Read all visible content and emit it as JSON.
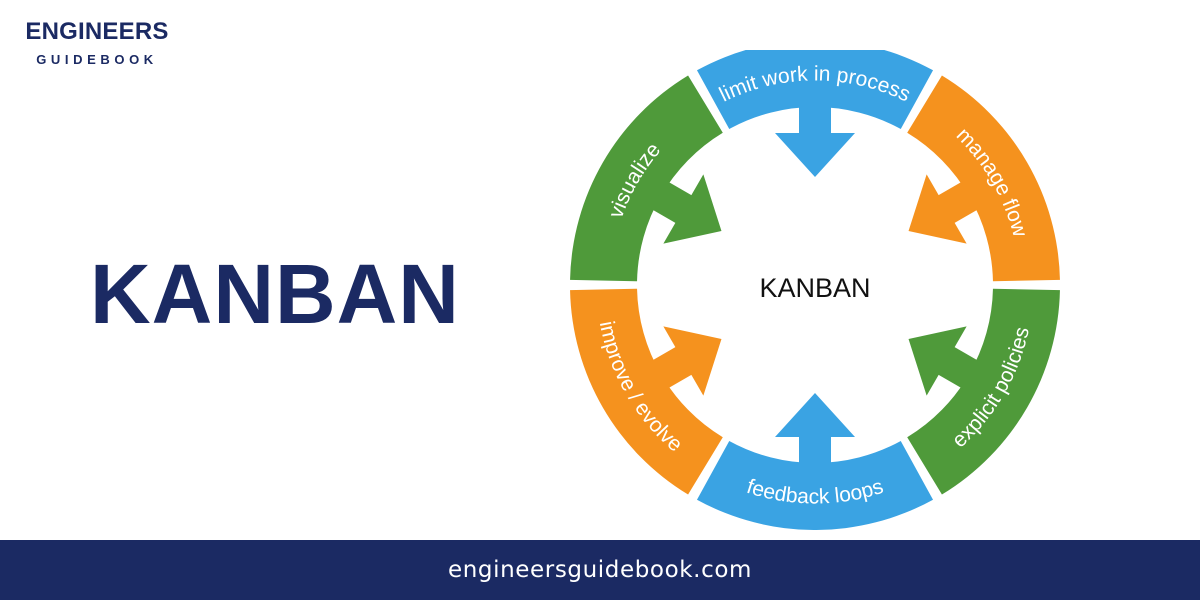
{
  "brand": {
    "name": "ENGINEERS",
    "subtitle": "GUIDEBOOK"
  },
  "hero": {
    "title": "KANBAN"
  },
  "diagram": {
    "center_label": "KANBAN",
    "segments": [
      {
        "label": "limit work in process",
        "color": "#3aa3e3"
      },
      {
        "label": "manage flow",
        "color": "#f5921e"
      },
      {
        "label": "explicit policies",
        "color": "#4f9a3a"
      },
      {
        "label": "feedback loops",
        "color": "#3aa3e3"
      },
      {
        "label": "improve / evolve",
        "color": "#f5921e"
      },
      {
        "label": "visualize",
        "color": "#4f9a3a"
      }
    ]
  },
  "footer": {
    "url": "engineersguidebook.com",
    "background": "#1b2a63"
  }
}
